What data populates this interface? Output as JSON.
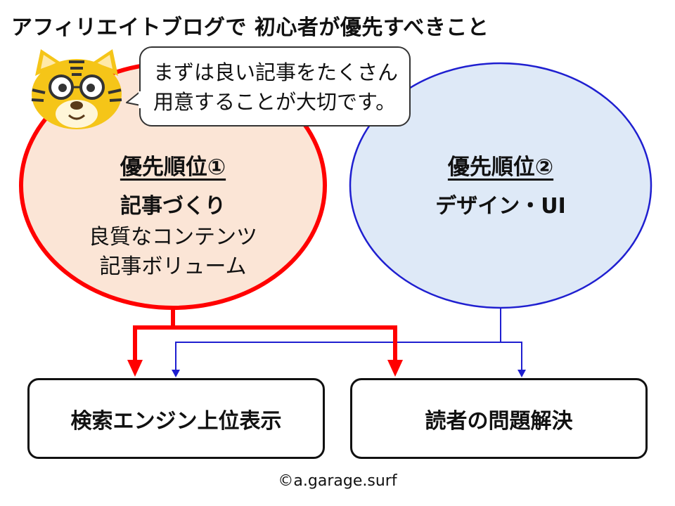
{
  "title": "アフィリエイトブログで 初心者が優先すべきこと",
  "speech_bubble": {
    "line1": "まずは良い記事をたくさん",
    "line2": "用意することが大切です。"
  },
  "priority_1": {
    "heading": "優先順位①",
    "topic": "記事づくり",
    "detail1": "良質なコンテンツ",
    "detail2": "記事ボリューム"
  },
  "priority_2": {
    "heading": "優先順位②",
    "topic": "デザイン・UI"
  },
  "outcomes": {
    "seo": "検索エンジン上位表示",
    "reader": "読者の問題解決"
  },
  "credit": "©a.garage.surf",
  "colors": {
    "priority_1_fill": "#fbe5d6",
    "priority_1_stroke": "#ff0000",
    "priority_2_fill": "#dee9f7",
    "priority_2_stroke": "#1f1fd0",
    "tiger": "#f5c518"
  }
}
